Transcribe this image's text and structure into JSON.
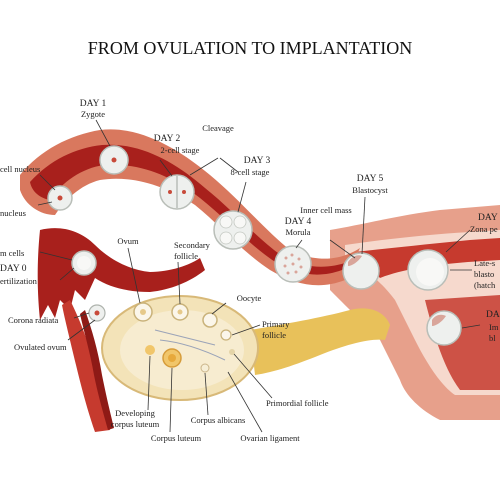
{
  "title": "FROM OVULATION TO IMPLANTATION",
  "labels": {
    "day1": "DAY 1",
    "zygote": "Zygote",
    "cleavage": "Cleavage",
    "day2": "DAY 2",
    "cell2": "2-cell stage",
    "day3": "DAY 3",
    "cell8": "8-cell stage",
    "day4": "DAY 4",
    "morula": "Morula",
    "innerCellMass": "Inner cell mass",
    "day5": "DAY 5",
    "blastocyst": "Blastocyst",
    "dayRight1": "DAY",
    "zonaPel": "Zona pe",
    "lateS": "Late-s",
    "blasto": "blasto",
    "hatch": "(hatch",
    "dayRight2": "DA",
    "im": "Im",
    "bl": "bl",
    "cellNucleus": "cell nucleus",
    "nucleus": "nucleus",
    "cellsCut": "m cells",
    "day0": "DAY 0",
    "fertilization": "ertilization",
    "ovum": "Ovum",
    "secondaryFollicle1": "Secondary",
    "secondaryFollicle2": "follicle",
    "oocyte": "Oocyte",
    "primaryFollicle1": "Primary",
    "primaryFollicle2": "follicle",
    "coronaRadiata": "Corona radiata",
    "ovulatedOvum": "Ovulated ovum",
    "primordialFollicle": "Primordial follicle",
    "developingCL1": "Developing",
    "developingCL2": "corpus luteum",
    "corpusAlbicans": "Corpus albicans",
    "corpusLuteum": "Corpus luteum",
    "ovarianLigament": "Ovarian ligament"
  },
  "colors": {
    "tubeOuter": "#d9785e",
    "tubeInner": "#a8201c",
    "lining": "#c63a2e",
    "ovary": "#f3e3b8",
    "ligament": "#e8c15a",
    "cell": "#eef0ee",
    "uterus": "#e7a08b"
  }
}
